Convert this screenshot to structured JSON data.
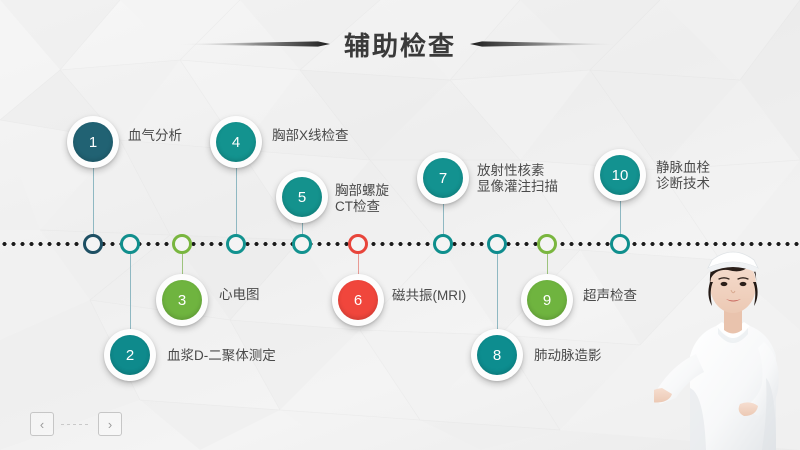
{
  "slide": {
    "title": "辅助检查",
    "accent_colors": {
      "dark_teal": "#216273",
      "teal": "#13938f",
      "green": "#6fb43f",
      "red": "#f0463c"
    }
  },
  "timeline": {
    "items": [
      {
        "number": "1",
        "label": "血气分析",
        "color": "#216273",
        "marker_color": "#1d4f63",
        "position": "above"
      },
      {
        "number": "2",
        "label": "血浆D-二聚体测定",
        "color": "#0e8a8c",
        "marker_color": "#118f8d",
        "position": "below"
      },
      {
        "number": "3",
        "label": "心电图",
        "color": "#6fb43f",
        "marker_color": "#79b63f",
        "position": "below"
      },
      {
        "number": "4",
        "label": "胸部X线检查",
        "color": "#13938f",
        "marker_color": "#12928f",
        "position": "above"
      },
      {
        "number": "5",
        "label": "胸部螺旋\nCT检查",
        "color": "#14928d",
        "marker_color": "#12928f",
        "position": "above"
      },
      {
        "number": "6",
        "label": "磁共振(MRI)",
        "color": "#f0463c",
        "marker_color": "#e8453b",
        "position": "below"
      },
      {
        "number": "7",
        "label": "放射性核素\n显像灌注扫描",
        "color": "#139290",
        "marker_color": "#0e8f8d",
        "position": "above"
      },
      {
        "number": "8",
        "label": "肺动脉造影",
        "color": "#0d8d8f",
        "marker_color": "#0f8c8e",
        "position": "below"
      },
      {
        "number": "9",
        "label": "超声检查",
        "color": "#6fb43f",
        "marker_color": "#7ab63f",
        "position": "below"
      },
      {
        "number": "10",
        "label": "静脉血栓\n诊断技术",
        "color": "#139290",
        "marker_color": "#0f8f8d",
        "position": "above"
      }
    ]
  },
  "navigation": {
    "prev_label": "‹",
    "next_label": "›"
  },
  "figure": {
    "alt": "nurse-photo"
  }
}
